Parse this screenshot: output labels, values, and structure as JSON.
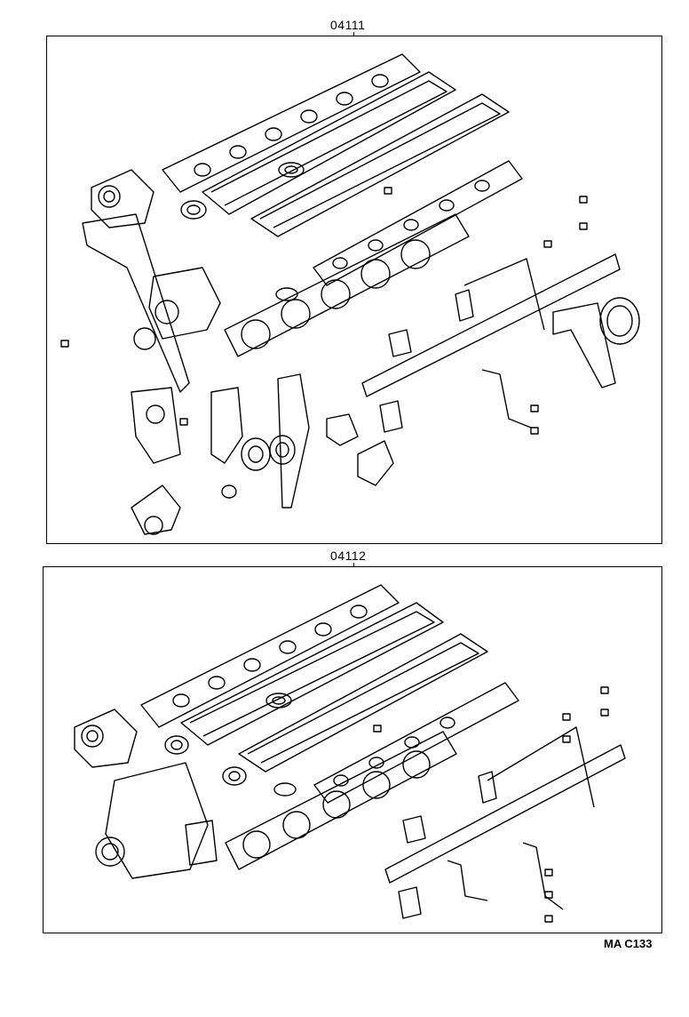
{
  "diagram": {
    "kits": [
      {
        "part_number": "04111"
      },
      {
        "part_number": "04112"
      }
    ],
    "reference_code": "MA C133"
  }
}
